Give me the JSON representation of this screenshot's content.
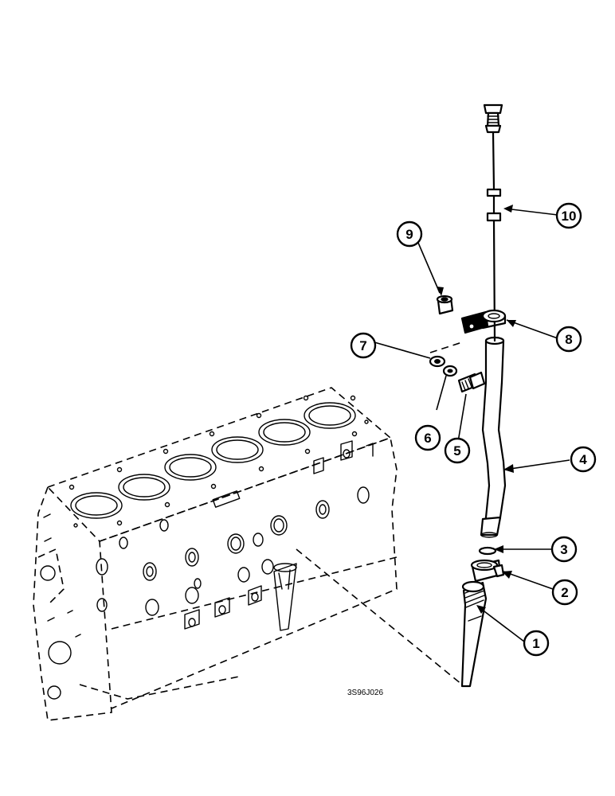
{
  "callouts": [
    {
      "id": "1",
      "label": "1",
      "part": "tube-lower"
    },
    {
      "id": "2",
      "label": "2",
      "part": "adapter-fitting"
    },
    {
      "id": "3",
      "label": "3",
      "part": "o-ring"
    },
    {
      "id": "4",
      "label": "4",
      "part": "dipstick-tube"
    },
    {
      "id": "5",
      "label": "5",
      "part": "bolt"
    },
    {
      "id": "6",
      "label": "6",
      "part": "lock-washer"
    },
    {
      "id": "7",
      "label": "7",
      "part": "flat-washer"
    },
    {
      "id": "8",
      "label": "8",
      "part": "bracket"
    },
    {
      "id": "9",
      "label": "9",
      "part": "spacer"
    },
    {
      "id": "10",
      "label": "10",
      "part": "dipstick"
    }
  ],
  "figure_code": "3S96J026"
}
